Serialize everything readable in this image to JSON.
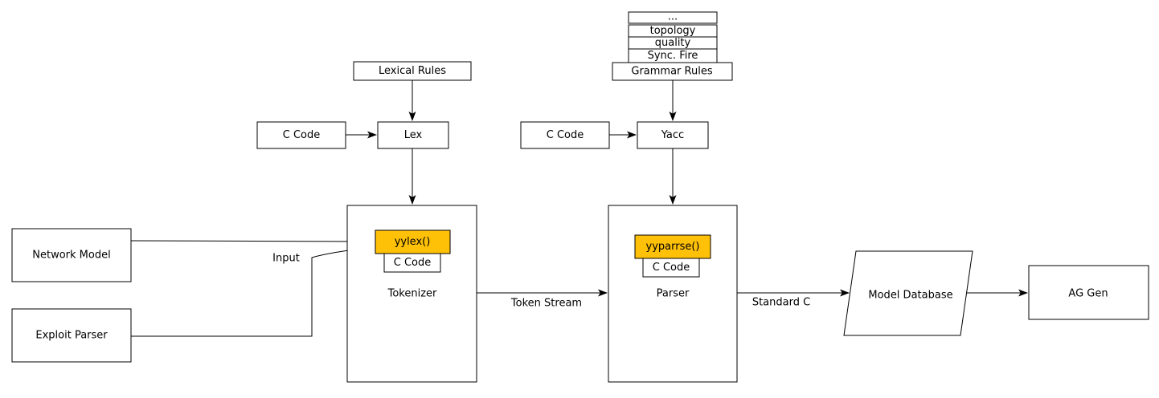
{
  "colors": {
    "background": "#ffffff",
    "box_fill": "#ffffff",
    "line": "#000000",
    "highlight": "#ffc107",
    "text": "#000000"
  },
  "nodes": {
    "dots": "...",
    "topology": "topology",
    "quality": "quality",
    "sync_fire": "Sync. Fire",
    "grammar_rules": "Grammar Rules",
    "lexical_rules": "Lexical Rules",
    "c_code": "C Code",
    "lex": "Lex",
    "yacc": "Yacc",
    "network_model": "Network Model",
    "exploit_parser": "Exploit Parser",
    "yylex": "yylex()",
    "tokenizer": "Tokenizer",
    "yyparrse": "yyparrse()",
    "parser": "Parser",
    "model_database": "Model Database",
    "ag_gen": "AG Gen"
  },
  "edges": {
    "input": "Input",
    "token_stream": "Token Stream",
    "standard_c": "Standard C"
  }
}
